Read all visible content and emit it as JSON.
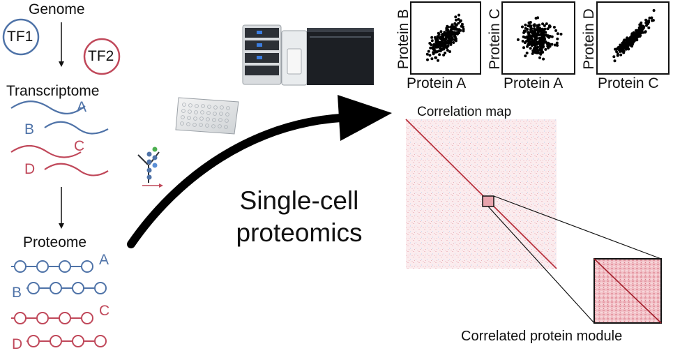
{
  "left": {
    "genome_label": "Genome",
    "tf1": "TF1",
    "tf2": "TF2",
    "transcriptome_label": "Transcriptome",
    "proteome_label": "Proteome",
    "genes": [
      "A",
      "B",
      "C",
      "D"
    ],
    "gene_colors": [
      "#4f73a8",
      "#4f73a8",
      "#c0485a",
      "#c0485a"
    ]
  },
  "center": {
    "title_line1": "Single-cell",
    "title_line2": "proteomics"
  },
  "scatter_plots": [
    {
      "ylabel": "Protein B",
      "xlabel": "Protein A",
      "relation": "positive"
    },
    {
      "ylabel": "Protein C",
      "xlabel": "Protein A",
      "relation": "none"
    },
    {
      "ylabel": "Protein D",
      "xlabel": "Protein C",
      "relation": "strong positive"
    }
  ],
  "heatmap": {
    "title": "Correlation map",
    "inset_caption": "Correlated protein module",
    "color_positive": "#c0485a",
    "color_negative": "#4f73a8"
  },
  "icons": [
    "mass-spectrometer-icon",
    "well-plate-icon",
    "protein-digestion-icon"
  ]
}
